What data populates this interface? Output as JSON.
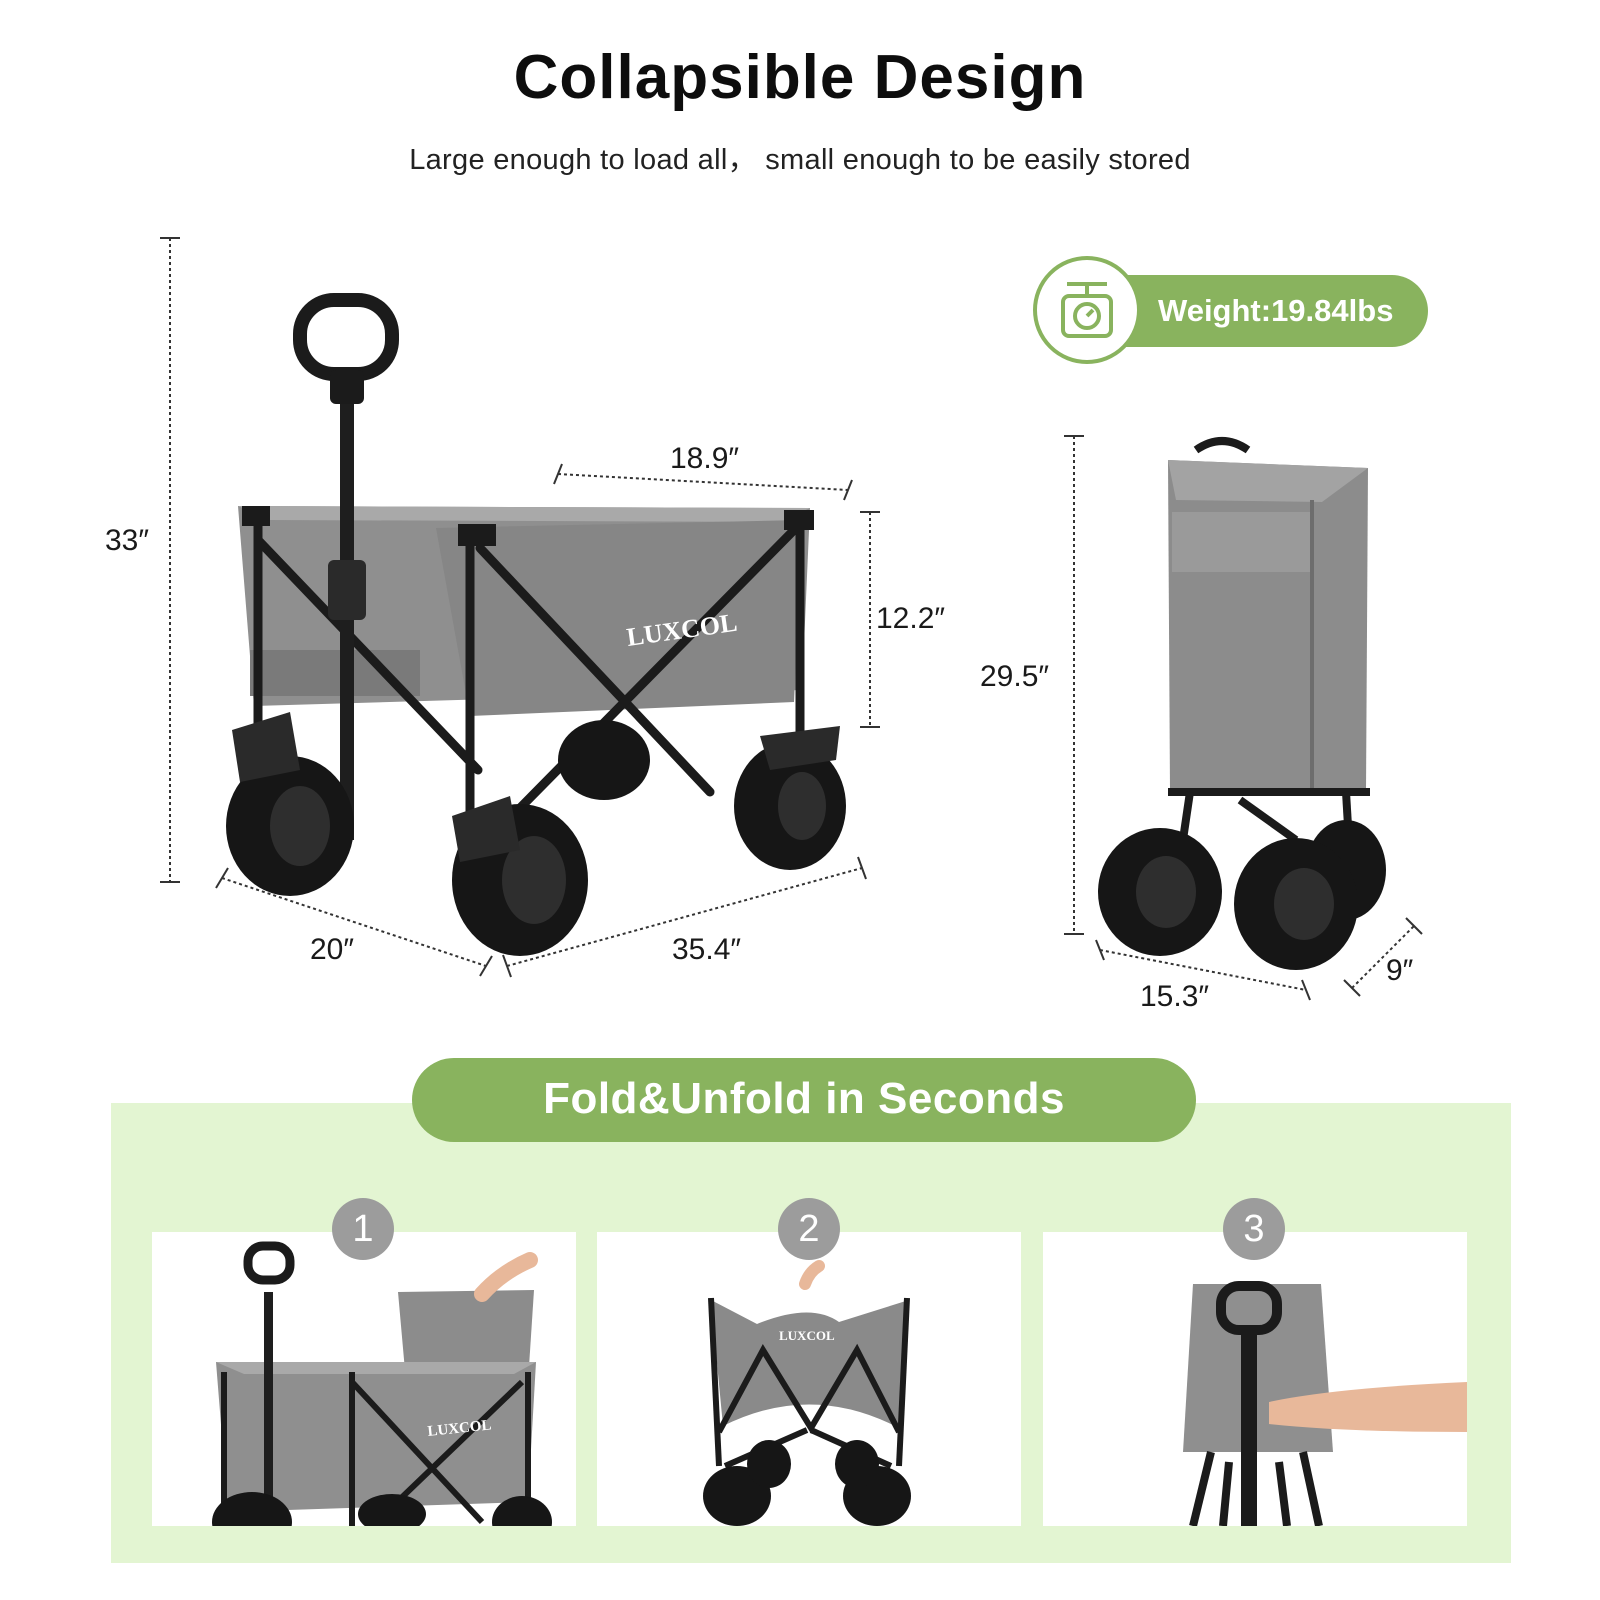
{
  "header": {
    "title": "Collapsible Design",
    "subtitle": "Large enough to load all， small enough to be easily stored"
  },
  "dimensions": {
    "height": "33″",
    "box_width": "18.9″",
    "box_depth": "12.2″",
    "width": "20″",
    "length": "35.4″",
    "folded_height": "29.5″",
    "folded_width": "15.3″",
    "folded_depth": "9″"
  },
  "weight": {
    "label": "Weight:19.84lbs",
    "icon": "scale-icon"
  },
  "wagon_brand": "LUXCOL",
  "fold_section": {
    "title": "Fold&Unfold in Seconds",
    "steps": [
      {
        "number": "1"
      },
      {
        "number": "2"
      },
      {
        "number": "3"
      }
    ]
  },
  "colors": {
    "accent_green": "#89b35e",
    "panel_bg": "#e3f5d2",
    "fabric_gray": "#8a8a8a",
    "frame_black": "#1b1b1b",
    "step_badge": "#9c9c9c"
  }
}
